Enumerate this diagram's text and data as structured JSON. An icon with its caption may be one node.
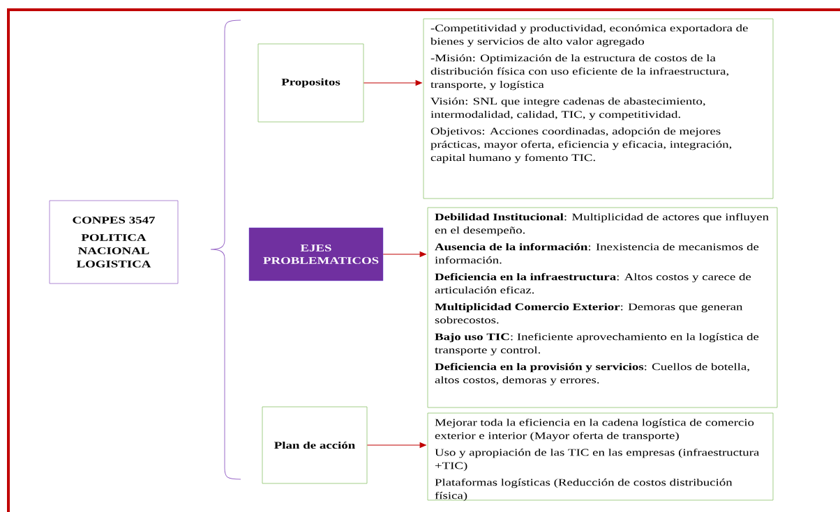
{
  "diagram": {
    "nodes": [
      {
        "text": [
          "CONPES 3547",
          "POLITICA NACIONAL LOGISTICA"
        ]
      },
      {
        "text": [
          "Propositos"
        ]
      },
      {
        "text": [
          "-Competitividad y productividad, económica exportadora de bienes y servicios de alto valor agregado",
          "-Misión: Optimización de la estructura de costos de la distribución física con uso eficiente de la infraestructura, transporte, y logística",
          "Visión: SNL que integre cadenas de abastecimiento, intermodalidad, calidad, TIC, y competitividad.",
          "Objetivos: Acciones coordinadas, adopción de mejores prácticas, mayor oferta, eficiencia y eficacia, integración, capital humano y fomento TIC."
        ]
      },
      {
        "text": [
          "EJES PROBLEMATICOS"
        ]
      },
      {
        "text": [
          "**Debilidad Institucional**: Multiplicidad de actores que influyen en el desempeño.",
          "**Ausencia de la información**: Inexistencia de mecanismos de información.",
          "**Deficiencia en la infraestructura**: Altos costos y carece de articulación eficaz.",
          "**Multiplicidad Comercio Exterior**: Demoras que generan sobrecostos.",
          "**Bajo uso TIC**: Ineficiente aprovechamiento en la logística de transporte y control.",
          "**Deficiencia en la provisión y servicios**: Cuellos de botella, altos costos, demoras y errores."
        ]
      },
      {
        "text": [
          "Plan de acción"
        ]
      },
      {
        "text": [
          "Mejorar toda la eficiencia en la cadena logística de comercio exterior e interior (Mayor oferta de transporte)",
          "Uso y apropiación de las TIC en las empresas (infraestructura +TIC)",
          "Plataformas logísticas (Reducción de costos distribución física)"
        ]
      }
    ],
    "edges": [
      {
        "from": 1,
        "to": 2,
        "arrow": "to"
      },
      {
        "from": 3,
        "to": 4,
        "arrow": "to"
      },
      {
        "from": 5,
        "to": 6,
        "arrow": "to"
      }
    ]
  }
}
